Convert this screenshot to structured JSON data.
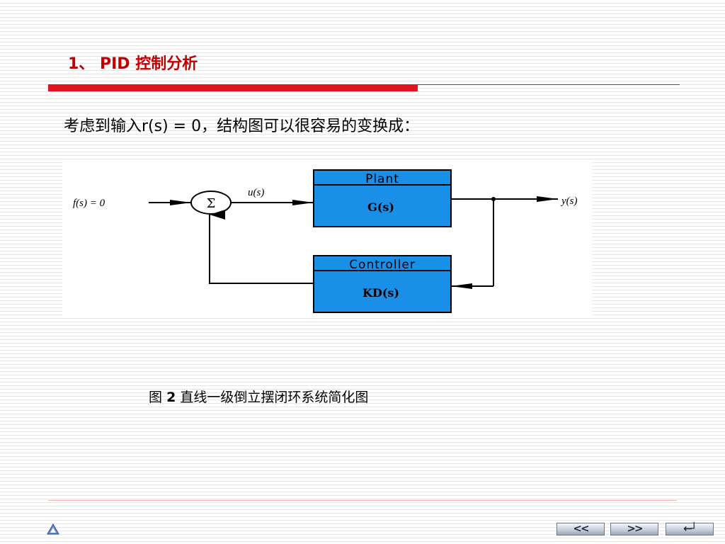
{
  "title": {
    "number": "1、",
    "text": "PID 控制分析"
  },
  "intro": {
    "before": "考虑到输入",
    "formula": "r(s) = 0",
    "after": "，结构图可以很容易的变换成："
  },
  "diagram": {
    "input_label": "f(s) = 0",
    "sum_symbol": "Σ",
    "signal_label": "u(s)",
    "output_label": "y(s)",
    "plant": {
      "title": "Plant",
      "transfer": "G(s)"
    },
    "controller": {
      "title": "Controller",
      "transfer": "KD(s)"
    },
    "colors": {
      "block_fill": "#1a8fe8",
      "block_stroke": "#000000",
      "line": "#000000"
    }
  },
  "caption": {
    "label": "图",
    "number": "2",
    "text": "直线一级倒立摆闭环系统简化图"
  },
  "nav": {
    "prev_label": "<<",
    "next_label": ">>",
    "return_label": "←┘"
  },
  "colors": {
    "accent": "#c00000",
    "bar": "#e0141e"
  }
}
